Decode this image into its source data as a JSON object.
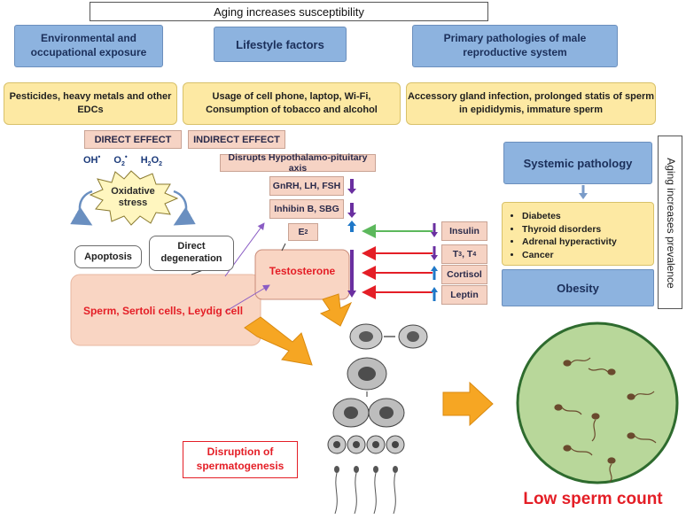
{
  "header": {
    "title": "Aging increases susceptibility"
  },
  "side_label": "Aging increases prevalence",
  "categories": {
    "environmental": "Environmental and occupational exposure",
    "lifestyle": "Lifestyle factors",
    "primary": "Primary pathologies of male reproductive system"
  },
  "details": {
    "environmental": "Pesticides, heavy metals and other EDCs",
    "lifestyle": "Usage of cell phone, laptop, Wi-Fi, Consumption of tobacco and alcohol",
    "primary": "Accessory gland infection, prolonged statis of sperm in epididymis, immature sperm"
  },
  "effects": {
    "direct": "DIRECT EFFECT",
    "indirect": "INDIRECT EFFECT"
  },
  "ros": {
    "oh": "OH",
    "o2": "O",
    "o2_sub": "2",
    "h2o2": "H",
    "h2o2_sub1": "2",
    "h2o2_o": "O",
    "h2o2_sub2": "2",
    "dot": "•"
  },
  "oxidative_stress": "Oxidative stress",
  "outcomes": {
    "apoptosis": "Apoptosis",
    "degeneration": "Direct degeneration"
  },
  "hormones": {
    "axis": "Disrupts Hypothalamo-pituitary axis",
    "gnrh": "GnRH, LH, FSH",
    "inhibin": "Inhibin B, SBG",
    "e": "E",
    "e_sub": "2"
  },
  "testosterone": "Testosterone",
  "cells": "Sperm, Sertoli cells, Leydig cell",
  "modulators": {
    "insulin": "Insulin",
    "t": "T",
    "t_sub1": "3",
    "t_sep": ", T",
    "t_sub2": "4",
    "cortisol": "Cortisol",
    "leptin": "Leptin"
  },
  "systemic": {
    "title": "Systemic pathology",
    "items": [
      "Diabetes",
      "Thyroid disorders",
      "Adrenal hyperactivity",
      "Cancer"
    ],
    "obesity": "Obesity"
  },
  "disruption": "Disruption of spermatogenesis",
  "result": "Low sperm count",
  "colors": {
    "blue_box": "#8db3df",
    "yellow_box": "#fde9a3",
    "peach_box": "#f6d3c4",
    "accent_red": "#e41e26",
    "purple_arrow": "#6a2fa0",
    "blue_arrow": "#1f78c8",
    "green_arrow": "#5cb85c",
    "orange_arrow": "#f6a623",
    "petri_fill": "#b8d79a",
    "petri_border": "#2e6b2e"
  }
}
